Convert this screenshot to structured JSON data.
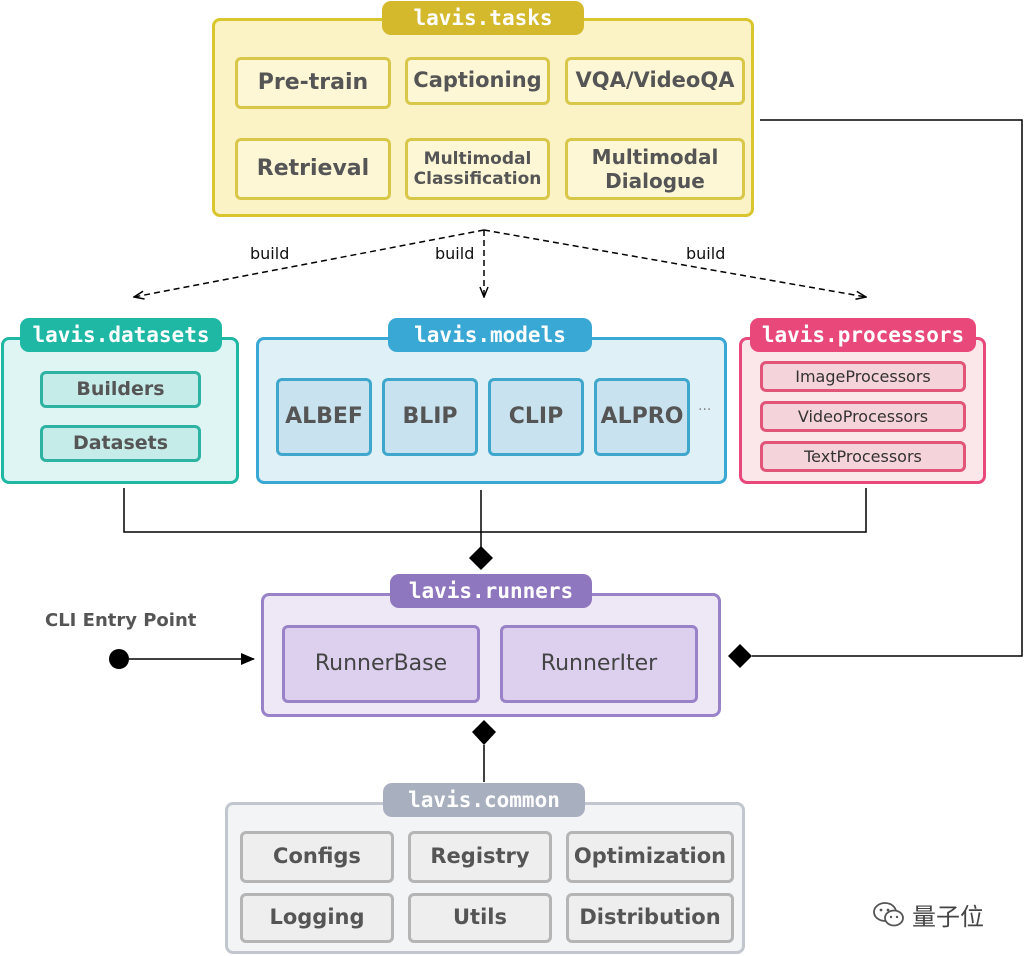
{
  "tasks": {
    "tag": "lavis.tasks",
    "items": [
      "Pre-train",
      "Captioning",
      "VQA/VideoQA",
      "Retrieval",
      "Multimodal Classification",
      "Multimodal Dialogue"
    ]
  },
  "build_labels": [
    "build",
    "build",
    "build"
  ],
  "datasets": {
    "tag": "lavis.datasets",
    "items": [
      "Builders",
      "Datasets"
    ]
  },
  "models": {
    "tag": "lavis.models",
    "items": [
      "ALBEF",
      "BLIP",
      "CLIP",
      "ALPRO"
    ],
    "more": "..."
  },
  "processors": {
    "tag": "lavis.processors",
    "items": [
      "ImageProcessors",
      "VideoProcessors",
      "TextProcessors"
    ]
  },
  "runners": {
    "tag": "lavis.runners",
    "items": [
      "RunnerBase",
      "RunnerIter"
    ]
  },
  "cli_label": "CLI Entry Point",
  "common": {
    "tag": "lavis.common",
    "items": [
      "Configs",
      "Registry",
      "Optimization",
      "Logging",
      "Utils",
      "Distribution"
    ]
  },
  "watermark": "量子位",
  "colors": {
    "tasks": "#d4b92c",
    "datasets": "#1eb8a5",
    "models": "#3aa8d4",
    "processors": "#e8497a",
    "runners": "#8f77bf",
    "common": "#a8b0bf"
  }
}
